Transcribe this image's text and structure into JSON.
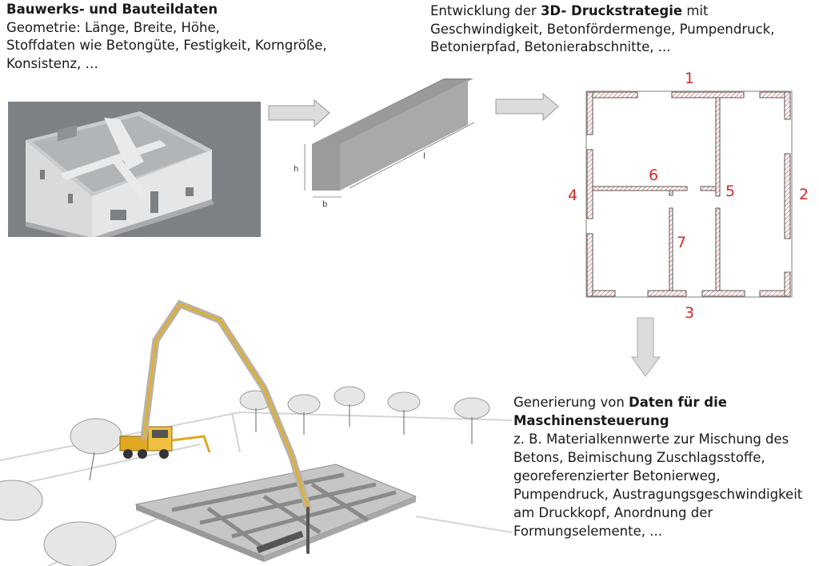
{
  "input_block": {
    "title": "Bauwerks- und Bauteildaten",
    "lines": [
      "Geometrie: Länge, Breite, Höhe,",
      "Stoffdaten wie Betongüte, Festigkeit, Korngröße,",
      "Konsistenz, …"
    ]
  },
  "beam": {
    "h": "h",
    "b": "b",
    "l": "l"
  },
  "strategy_block": {
    "prefix": "Entwicklung der ",
    "bold": "3D- Druckstrategie",
    "suffix": " mit",
    "lines": [
      "Geschwindigkeit, Betonfördermenge, Pumpendruck,",
      "Betonierpfad, Betonierabschnitte, ..."
    ]
  },
  "floor_plan": {
    "labels": [
      "1",
      "2",
      "3",
      "4",
      "5",
      "6",
      "7"
    ],
    "label_color": "#d9262a"
  },
  "output_block": {
    "prefix": "Generierung von ",
    "bold1": "Daten für die",
    "bold2": "Maschinensteuerung",
    "lines": [
      "z. B. Materialkennwerte zur Mischung des",
      "Betons, Beimischung Zuschlagsstoffe,",
      "georeferenzierter Betonierweg,",
      "Pumpendruck, Austragungsgeschwindigkeit",
      "am Druckkopf, Anordnung der",
      "Formungselemente, ..."
    ]
  }
}
